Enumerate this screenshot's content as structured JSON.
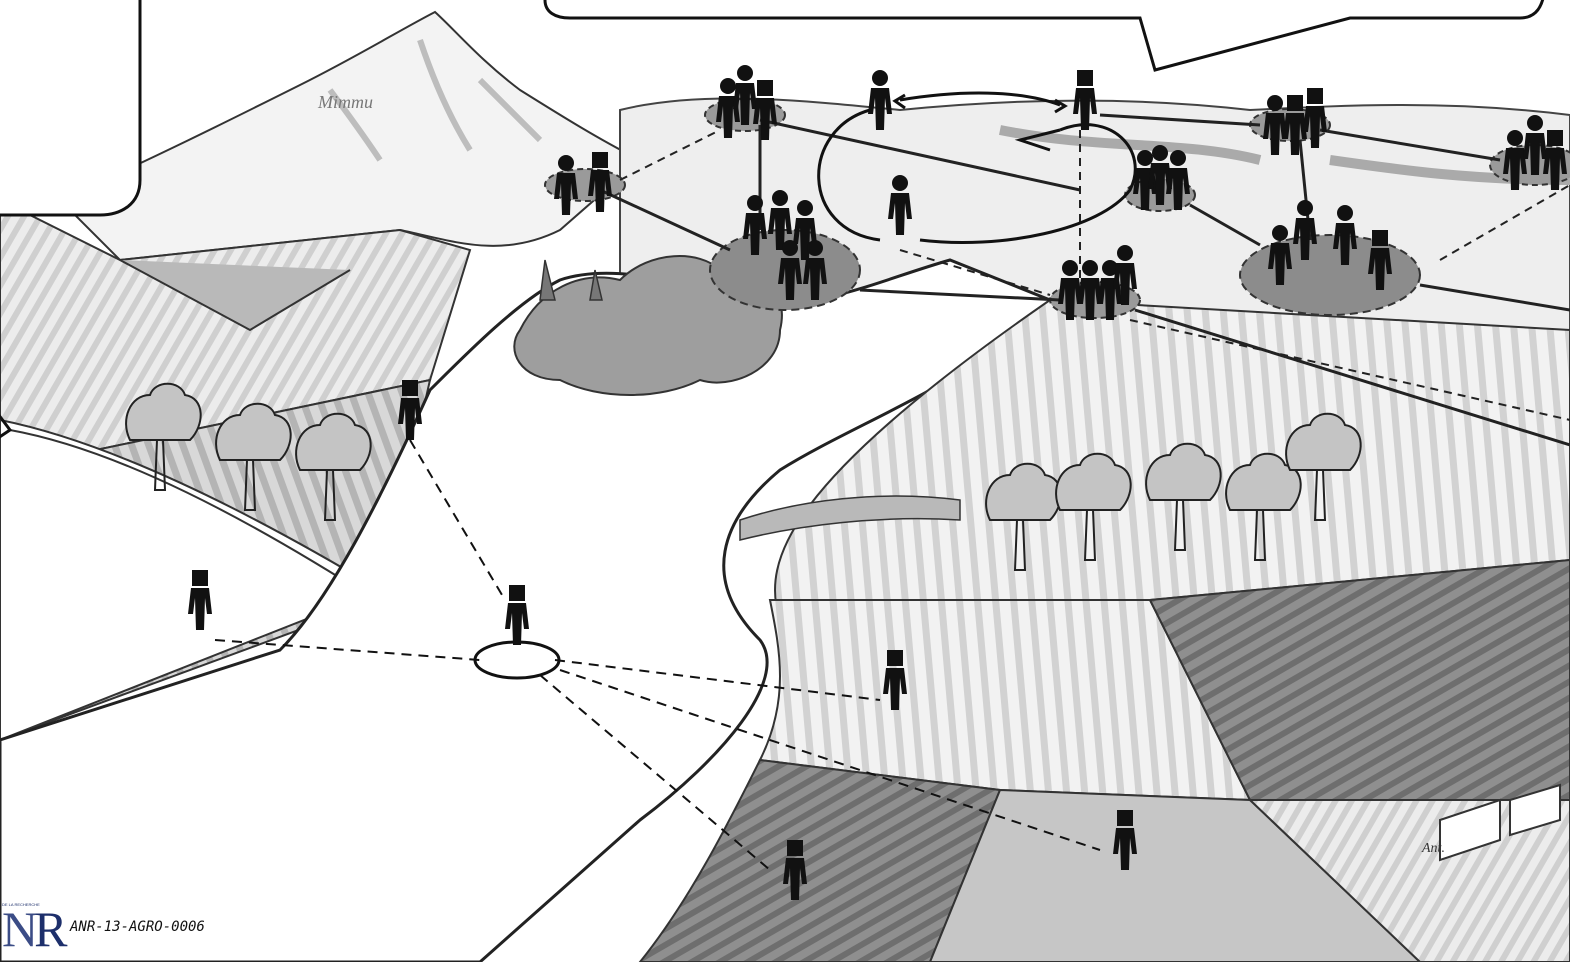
{
  "logo": {
    "mark_n": "N",
    "mark_r": "R",
    "tiny_text": "DE LA RECHERCHE",
    "project_code": "ANR-13-AGRO-0006"
  },
  "signature": "Ant.",
  "mountain_scribble": "Mimmu",
  "colors": {
    "ink": "#111111",
    "field_light": "#e6e6e6",
    "field_mid": "#bdbdbd",
    "field_dark": "#7a7a7a",
    "tree": "#a9a9a9",
    "logo_blue": "#1d2f6b"
  }
}
